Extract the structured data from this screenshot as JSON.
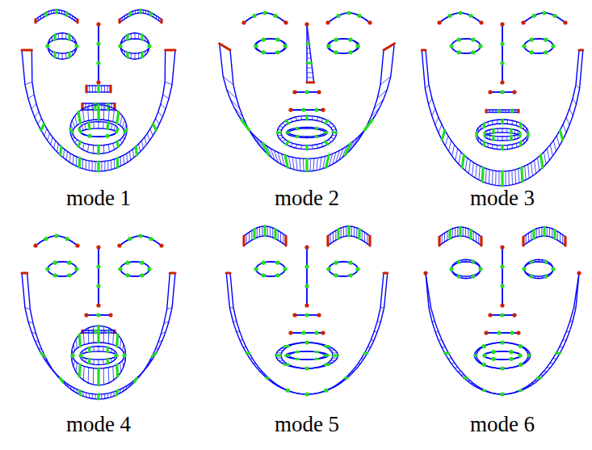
{
  "diagram": {
    "labels": [
      "mode 1",
      "mode 2",
      "mode 3",
      "mode 4",
      "mode 5",
      "mode 6"
    ]
  }
}
